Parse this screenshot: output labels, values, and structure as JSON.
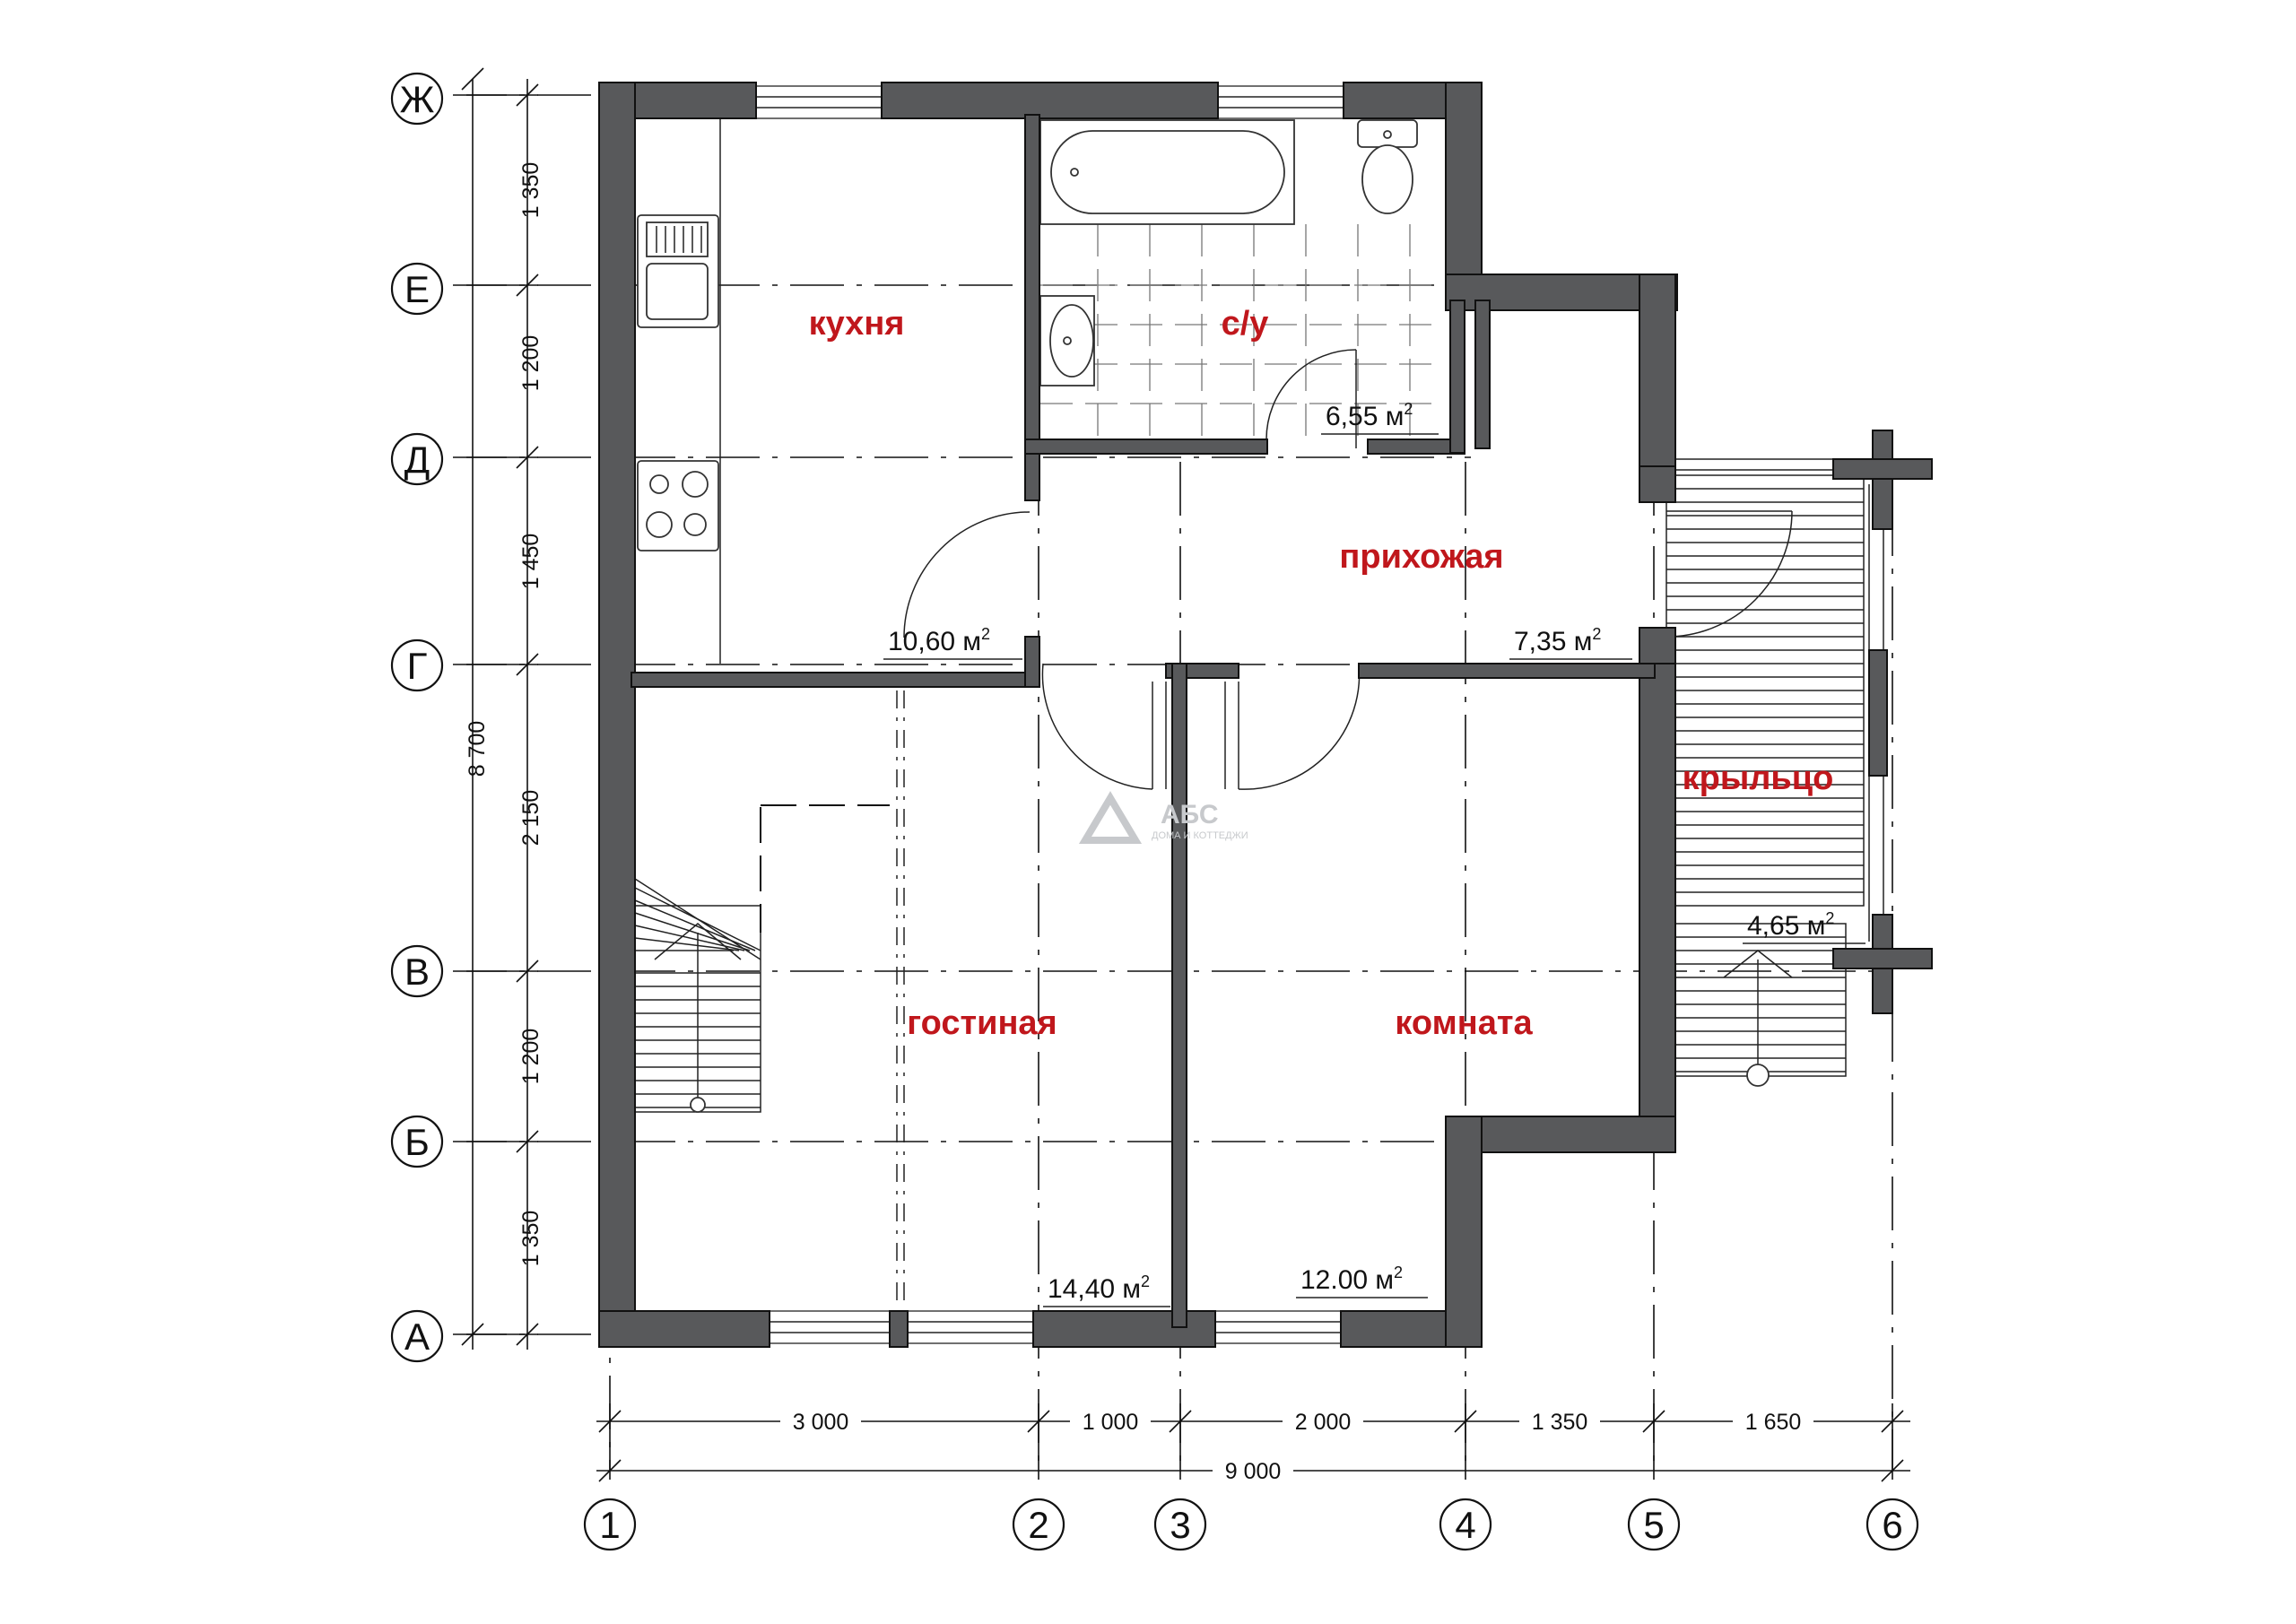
{
  "rooms": {
    "kitchen": "кухня",
    "bathroom": "с/у",
    "hall": "прихожая",
    "porch": "крыльцо",
    "living": "гостиная",
    "room": "комната"
  },
  "areas": {
    "kitchen": "10,60 м",
    "bathroom": "6,55 м",
    "hall": "7,35 м",
    "porch": "4,65 м",
    "living": "14,40 м",
    "room": "12.00 м",
    "sup": "2"
  },
  "left_dims": [
    "1 350",
    "1 200",
    "1 450",
    "2 150",
    "1 200",
    "1 350"
  ],
  "left_total": "8 700",
  "bottom_dims": [
    "3 000",
    "1 000",
    "2 000",
    "1 350",
    "1 650"
  ],
  "bottom_total": "9 000",
  "row_axes": [
    "Ж",
    "Е",
    "Д",
    "Г",
    "В",
    "Б",
    "А"
  ],
  "col_axes": [
    "1",
    "2",
    "3",
    "4",
    "5",
    "6"
  ],
  "logo": {
    "name": "АБС",
    "tagline": "ДОМА И КОТТЕДЖИ"
  },
  "colors": {
    "wall": "#58595b",
    "room_label": "#c0171c"
  }
}
